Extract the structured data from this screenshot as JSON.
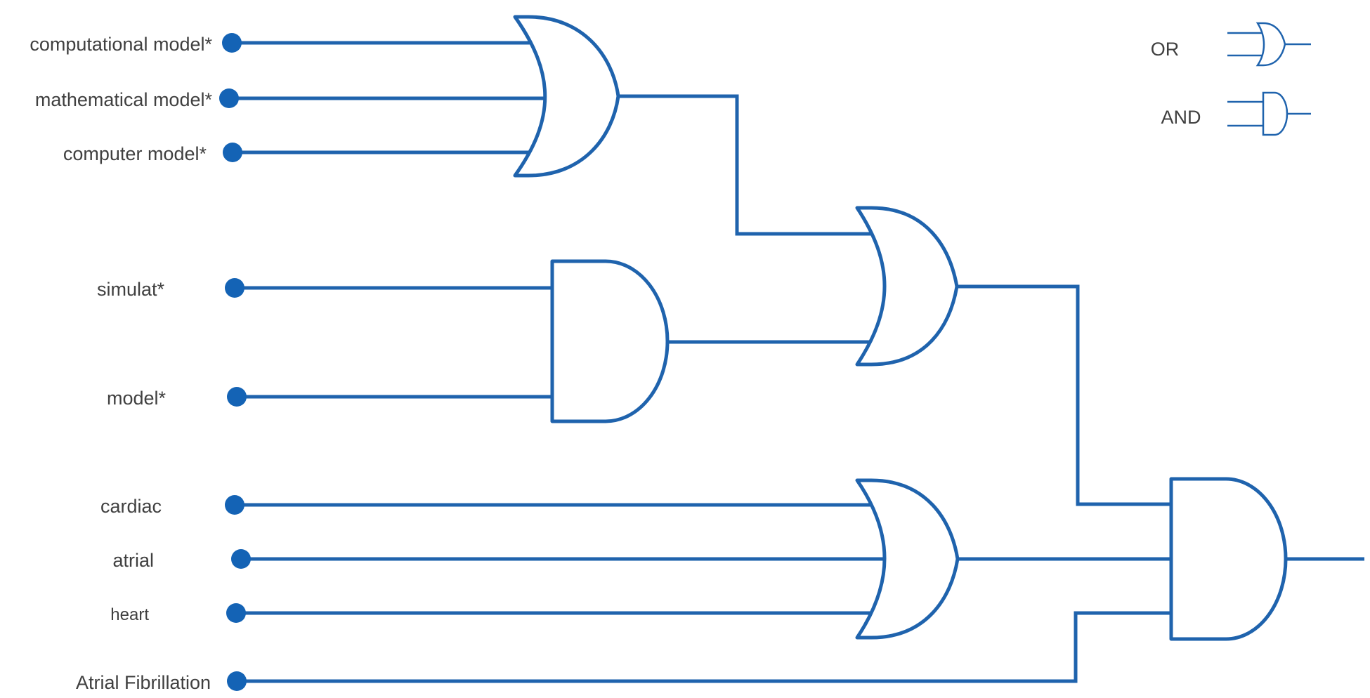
{
  "colors": {
    "line": "#1f63ad",
    "terminal": "#1463b5",
    "text": "#404040"
  },
  "inputs": [
    {
      "id": "computational",
      "label": "computational model*"
    },
    {
      "id": "mathematical",
      "label": "mathematical model*"
    },
    {
      "id": "computer",
      "label": "computer model*"
    },
    {
      "id": "simulat",
      "label": "simulat*"
    },
    {
      "id": "model",
      "label": "model*"
    },
    {
      "id": "cardiac",
      "label": "cardiac"
    },
    {
      "id": "atrial",
      "label": "atrial"
    },
    {
      "id": "heart",
      "label": "heart"
    },
    {
      "id": "af",
      "label": "Atrial Fibrillation"
    }
  ],
  "legend": {
    "or_label": "OR",
    "and_label": "AND"
  }
}
